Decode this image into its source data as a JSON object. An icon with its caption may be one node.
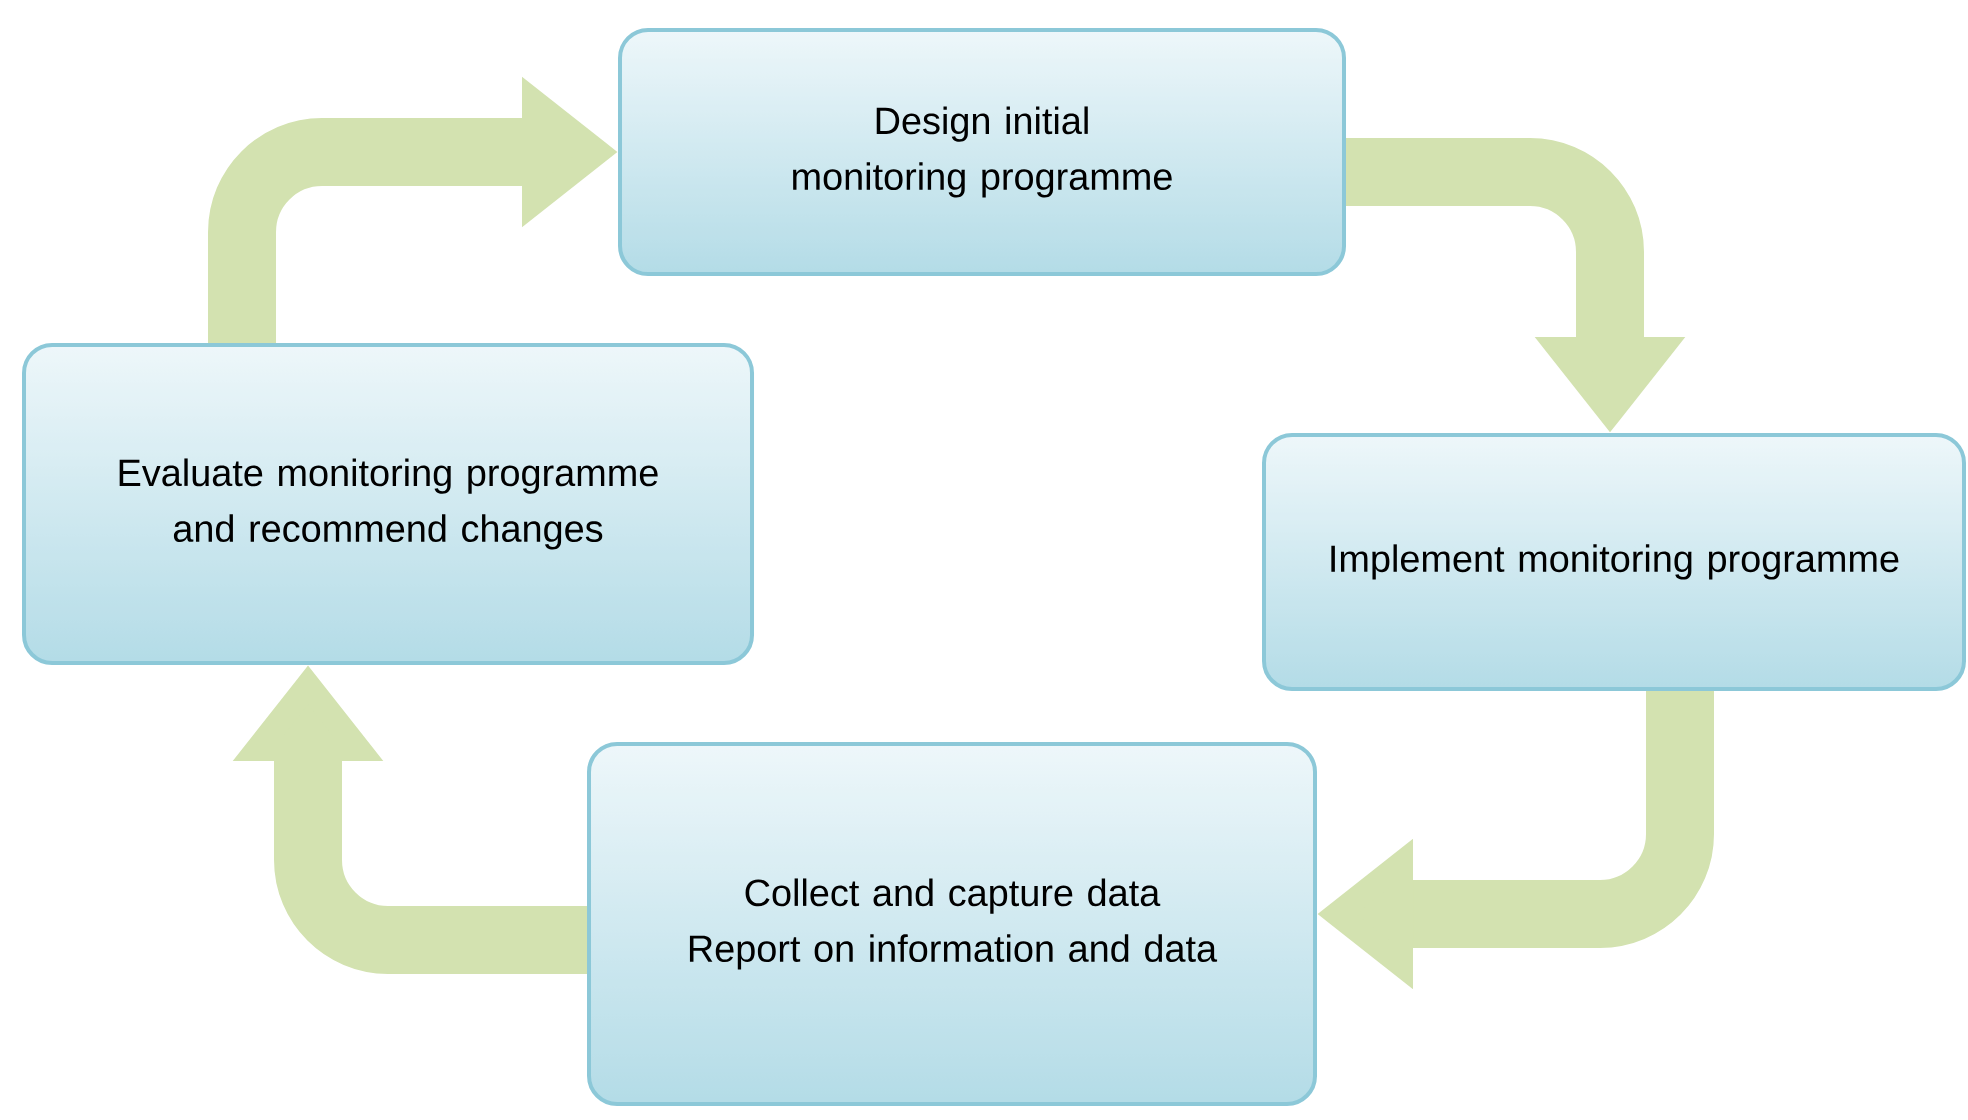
{
  "diagram": {
    "nodes": [
      {
        "text": [
          "Design initial monitoring programme"
        ]
      },
      {
        "text": [
          "Implement monitoring programme"
        ]
      },
      {
        "text": [
          "Collect and capture data",
          "Report on information and data"
        ]
      },
      {
        "text": [
          "Evaluate monitoring programme and recommend changes"
        ]
      }
    ],
    "edges": [
      {
        "from": 3,
        "to": 0,
        "arrow": "to"
      },
      {
        "from": 0,
        "to": 1,
        "arrow": "to"
      },
      {
        "from": 1,
        "to": 2,
        "arrow": "to"
      },
      {
        "from": 2,
        "to": 3,
        "arrow": "to"
      }
    ]
  }
}
